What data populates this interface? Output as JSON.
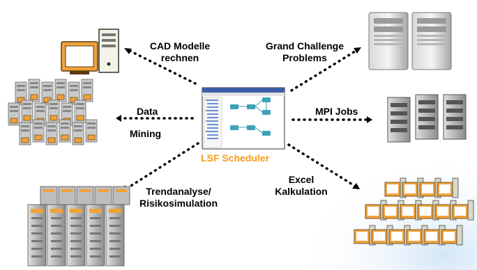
{
  "diagram": {
    "center_label": "LSF Scheduler",
    "labels": {
      "cad": [
        "CAD Modelle",
        "rechnen"
      ],
      "grand": [
        "Grand Challenge",
        "Problems"
      ],
      "data": [
        "Data",
        "Mining"
      ],
      "mpi": "MPI Jobs",
      "trend": [
        "Trendanalyse/",
        "Risikosimulation"
      ],
      "excel": [
        "Excel",
        "Kalkulation"
      ]
    },
    "colors": {
      "accent": "#f39c1a",
      "server_gray": "#9a9a9a",
      "monitor_orange": "#f0a23a",
      "dots": "#000000",
      "glow": "#cfe3f7"
    },
    "icons": [
      "desktop-pc-icon",
      "tower-server-pair-icon",
      "server-cluster-icon",
      "rack-server-row-icon",
      "server-farm-icon",
      "pc-pool-icon",
      "scheduler-window-icon"
    ]
  }
}
